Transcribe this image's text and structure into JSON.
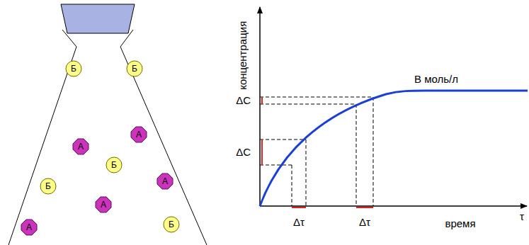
{
  "diagram": {
    "nodes": [
      {
        "text": [
          "Б"
        ]
      },
      {
        "text": [
          "Б"
        ]
      },
      {
        "text": [
          "А"
        ]
      },
      {
        "text": [
          "А"
        ]
      },
      {
        "text": [
          "Б"
        ]
      },
      {
        "text": [
          "А"
        ]
      },
      {
        "text": [
          "Б"
        ]
      },
      {
        "text": [
          "А"
        ]
      },
      {
        "text": [
          "Б"
        ]
      },
      {
        "text": [
          "А"
        ]
      }
    ],
    "labels": [
      "концентрация",
      "ΔC",
      "ΔC",
      "Δτ",
      "Δτ",
      "время",
      "τ",
      "В моль/л"
    ]
  }
}
